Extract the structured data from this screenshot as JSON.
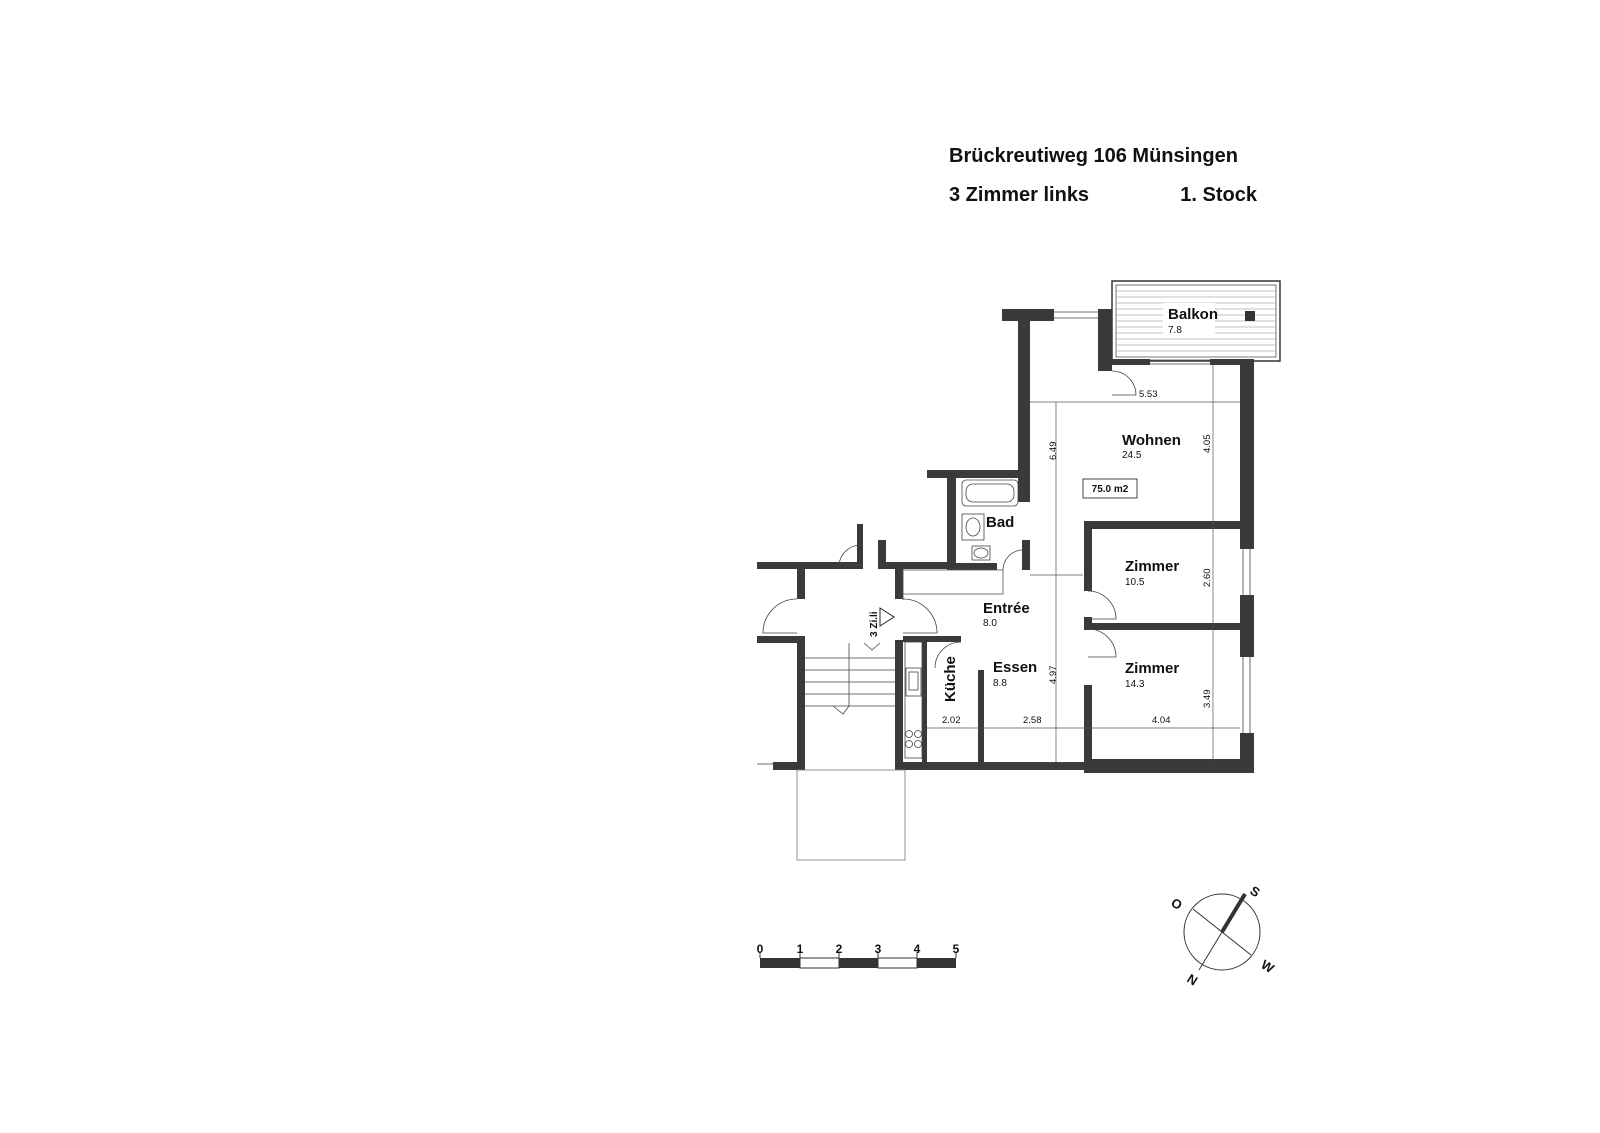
{
  "header": {
    "address": "Brückreutiweg 106 Münsingen",
    "unit": "3 Zimmer links",
    "floor": "1. Stock"
  },
  "total_area": "75.0 m2",
  "rooms": {
    "balkon": {
      "name": "Balkon",
      "area": "7.8"
    },
    "wohnen": {
      "name": "Wohnen",
      "area": "24.5"
    },
    "bad": {
      "name": "Bad"
    },
    "zimmer1": {
      "name": "Zimmer",
      "area": "10.5"
    },
    "entree": {
      "name": "Entrée",
      "area": "8.0"
    },
    "essen": {
      "name": "Essen",
      "area": "8.8"
    },
    "kueche": {
      "name": "Küche"
    },
    "zimmer2": {
      "name": "Zimmer",
      "area": "14.3"
    }
  },
  "stair_label": "3 Zi.li",
  "dimensions": {
    "d553": "5.53",
    "d649": "6.49",
    "d405": "4.05",
    "d260": "2.60",
    "d497": "4.97",
    "d349": "3.49",
    "d202": "2.02",
    "d258": "2.58",
    "d404": "4.04"
  },
  "scale_bar": {
    "labels": [
      "0",
      "1",
      "2",
      "3",
      "4",
      "5"
    ]
  },
  "compass": {
    "s": "S",
    "o": "O",
    "n": "N",
    "w": "W"
  }
}
